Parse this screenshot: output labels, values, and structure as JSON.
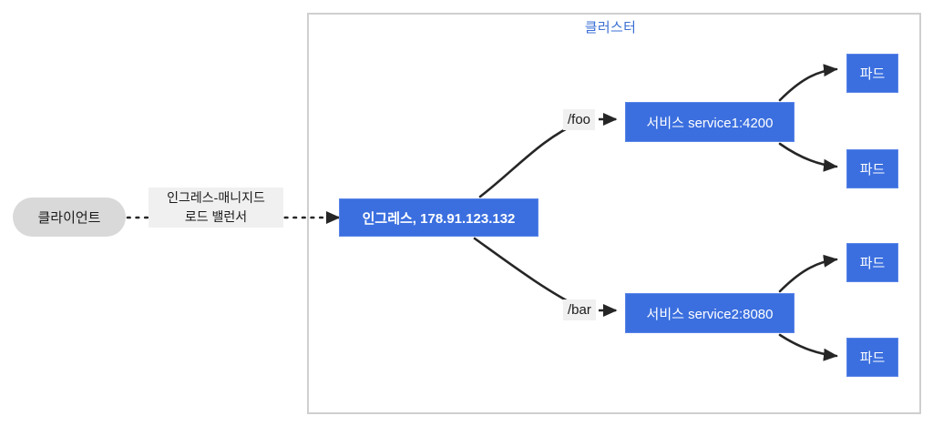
{
  "diagram": {
    "title_visible": false,
    "cluster": {
      "label": "클러스터",
      "border_color": "#cfcfcf",
      "label_color": "#3b6fd4"
    },
    "client": {
      "label": "클라이언트",
      "fill": "#d9d9d9"
    },
    "load_balancer_label": {
      "line1": "인그레스-매니지드",
      "line2": "로드 밸런서",
      "background": "#f0f0f0"
    },
    "ingress": {
      "label": "인그레스, 178.91.123.132",
      "fill": "#3b6fdf"
    },
    "paths": [
      {
        "label": "/foo"
      },
      {
        "label": "/bar"
      }
    ],
    "services": [
      {
        "label": "서비스 service1:4200",
        "fill": "#3b6fdf"
      },
      {
        "label": "서비스 service2:8080",
        "fill": "#3b6fdf"
      }
    ],
    "pods": [
      {
        "label": "파드"
      },
      {
        "label": "파드"
      },
      {
        "label": "파드"
      },
      {
        "label": "파드"
      }
    ],
    "colors": {
      "blue": "#3b6fdf",
      "blue_border": "#5b86e8",
      "gray_capsule": "#d9d9d9",
      "label_gray": "#f0f0f0",
      "edge": "#262626",
      "cluster_border": "#cfcfcf"
    }
  }
}
